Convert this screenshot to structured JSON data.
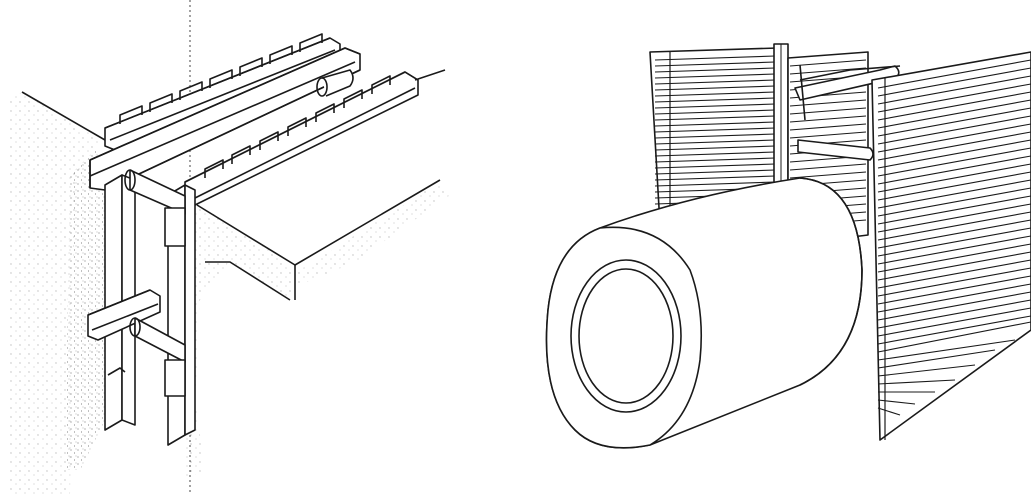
{
  "figures": [
    {
      "id": "left-figure",
      "subject": "trench-shoring-frame-with-struts"
    },
    {
      "id": "right-figure",
      "subject": "sheet-pile-walls-with-pipe-segment"
    }
  ],
  "colors": {
    "ink": "#1a1a1a",
    "paper": "#ffffff",
    "stipple": "#555555"
  }
}
